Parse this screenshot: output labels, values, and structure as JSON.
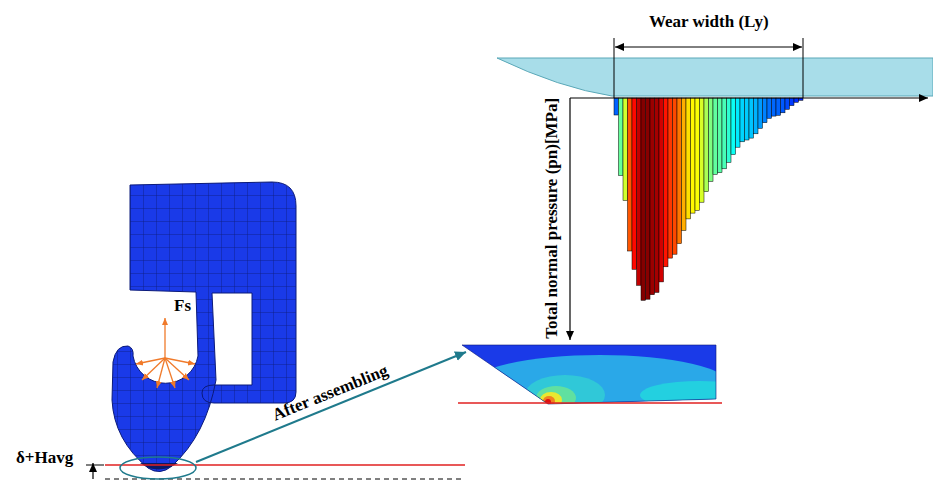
{
  "diagram": {
    "labels": [
      "Wear width (Ly)",
      "Total normal pressure (pn)[MPa]",
      "Fs",
      "After assembling",
      "δ+Havg"
    ]
  }
}
